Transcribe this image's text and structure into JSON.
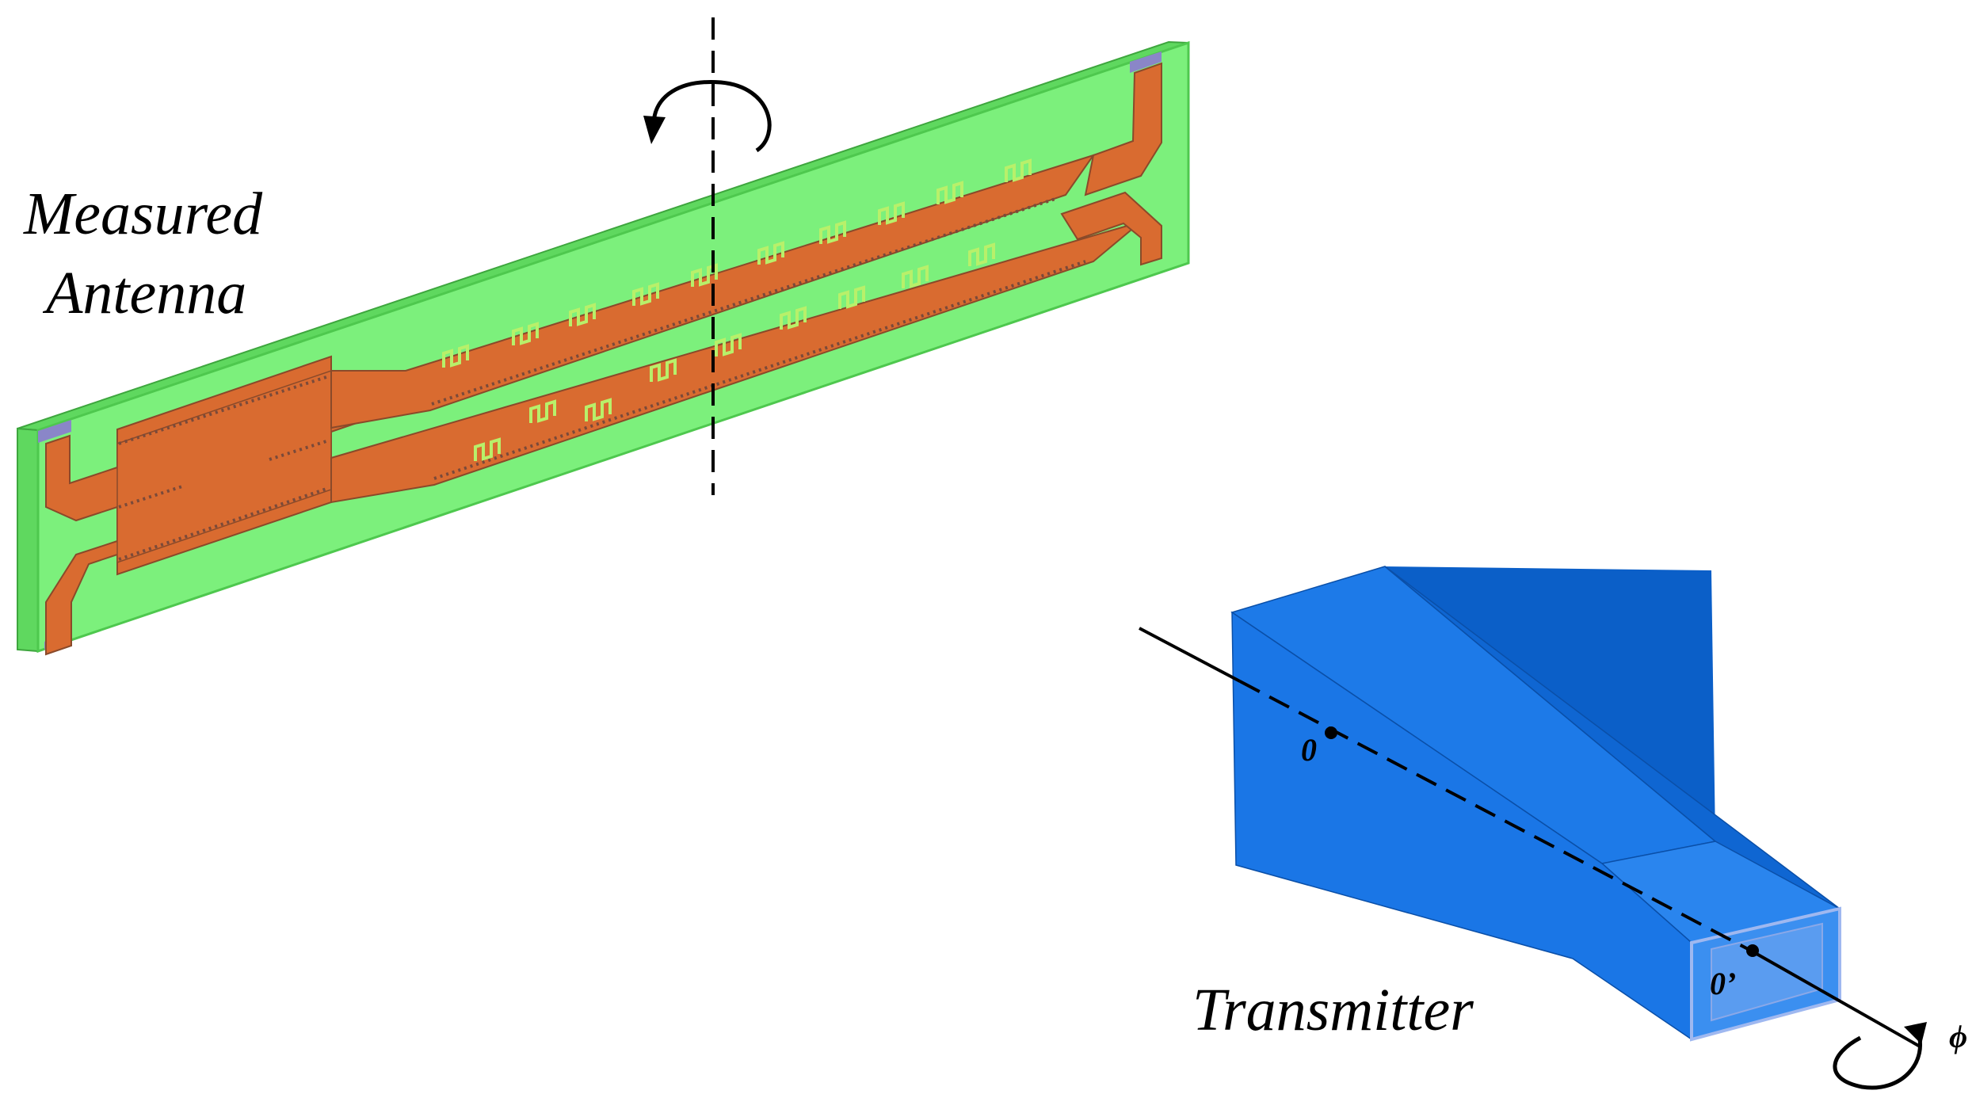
{
  "labels": {
    "measured_line1": "Measured",
    "measured_line2": "Antenna",
    "transmitter": "Transmitter",
    "point_o": "0",
    "point_o_prime": "0’",
    "phi": "ϕ"
  },
  "colors": {
    "substrate": "#7cf07c",
    "substrate_edge": "#4ec84e",
    "metal": "#d96b30",
    "metal_edge": "#8a4a2a",
    "slot": "#b8f06a",
    "port": "#8a86c8",
    "horn_front": "#1a76e6",
    "horn_dark": "#0b5fc8",
    "horn_light": "#3b8ff0",
    "line": "#000000"
  }
}
